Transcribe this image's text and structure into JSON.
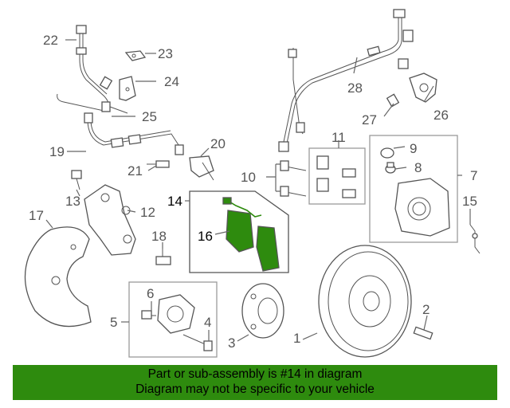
{
  "callouts": [
    {
      "id": "1",
      "text": "1"
    },
    {
      "id": "2",
      "text": "2"
    },
    {
      "id": "3",
      "text": "3"
    },
    {
      "id": "4",
      "text": "4"
    },
    {
      "id": "5",
      "text": "5"
    },
    {
      "id": "6",
      "text": "6"
    },
    {
      "id": "7",
      "text": "7"
    },
    {
      "id": "8",
      "text": "8"
    },
    {
      "id": "9",
      "text": "9"
    },
    {
      "id": "10",
      "text": "10"
    },
    {
      "id": "11",
      "text": "11"
    },
    {
      "id": "12",
      "text": "12"
    },
    {
      "id": "13",
      "text": "13"
    },
    {
      "id": "14",
      "text": "14"
    },
    {
      "id": "15",
      "text": "15"
    },
    {
      "id": "16",
      "text": "16"
    },
    {
      "id": "17",
      "text": "17"
    },
    {
      "id": "18",
      "text": "18"
    },
    {
      "id": "19",
      "text": "19"
    },
    {
      "id": "20",
      "text": "20"
    },
    {
      "id": "21",
      "text": "21"
    },
    {
      "id": "22",
      "text": "22"
    },
    {
      "id": "23",
      "text": "23"
    },
    {
      "id": "24",
      "text": "24"
    },
    {
      "id": "25",
      "text": "25"
    },
    {
      "id": "26",
      "text": "26"
    },
    {
      "id": "27",
      "text": "27"
    },
    {
      "id": "28",
      "text": "28"
    }
  ],
  "highlighted_part": "14",
  "highlight_color": "#2e8b0e",
  "banner": {
    "line1": "Part or sub-assembly is #14 in diagram",
    "line2": "Diagram may not be specific to your vehicle"
  }
}
